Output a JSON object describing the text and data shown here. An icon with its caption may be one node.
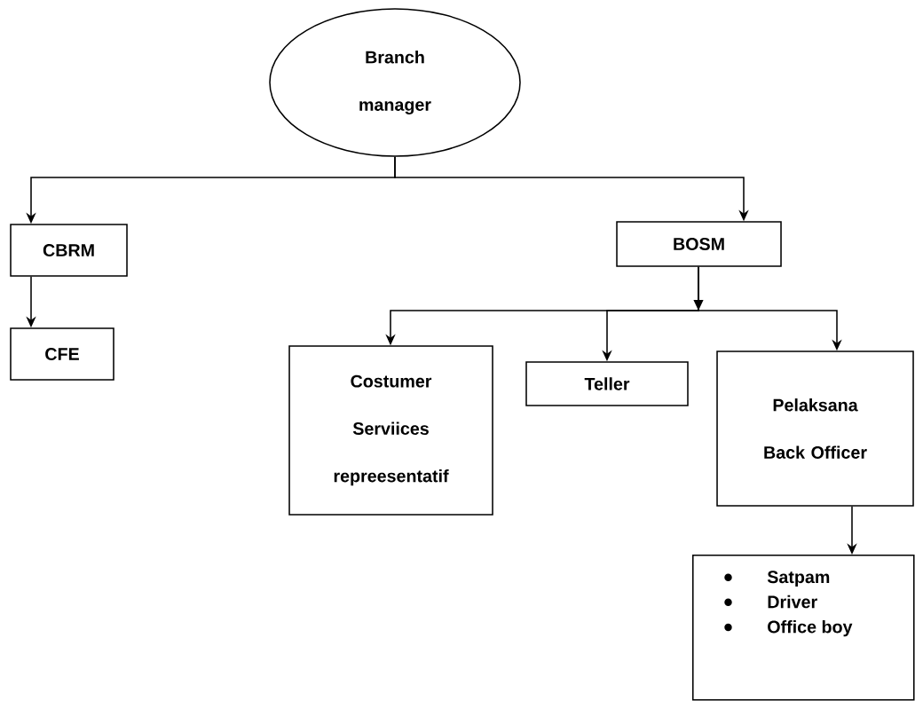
{
  "diagram": {
    "nodes": [
      {
        "text": [
          "Branch manager"
        ]
      },
      {
        "text": [
          "CBRM"
        ]
      },
      {
        "text": [
          "BOSM"
        ]
      },
      {
        "text": [
          "CFE"
        ]
      },
      {
        "text": [
          "Costumer Serviices repreesentatif"
        ]
      },
      {
        "text": [
          "Teller"
        ]
      },
      {
        "text": [
          "Pelaksana Back Officer"
        ]
      },
      {
        "text": [
          "Satpam",
          "Driver",
          "Office boy"
        ]
      }
    ],
    "edges": [
      {
        "from": 0,
        "to": 1,
        "arrow": "to"
      },
      {
        "from": 0,
        "to": 2,
        "arrow": "to"
      },
      {
        "from": 1,
        "to": 3,
        "arrow": "to"
      },
      {
        "from": 2,
        "to": 4,
        "arrow": "to"
      },
      {
        "from": 2,
        "to": 5,
        "arrow": "to"
      },
      {
        "from": 2,
        "to": 6,
        "arrow": "to"
      },
      {
        "from": 6,
        "to": 7,
        "arrow": "to"
      }
    ]
  }
}
